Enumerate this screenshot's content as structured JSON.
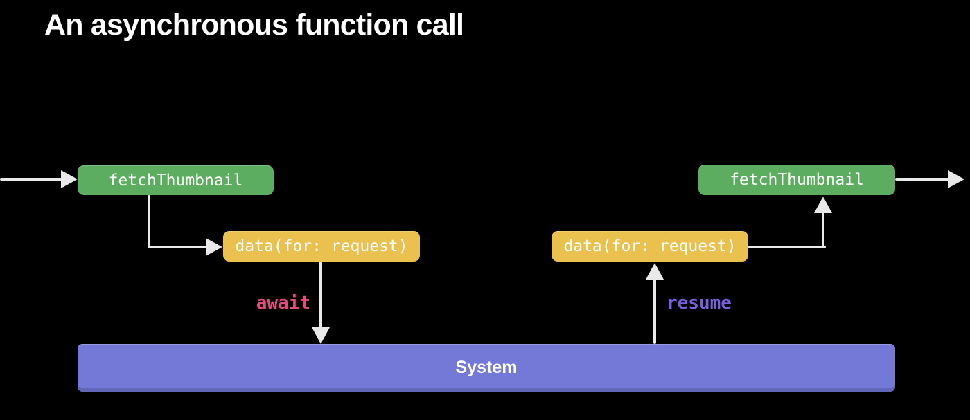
{
  "title": "An asynchronous function call",
  "colors": {
    "background": "#000000",
    "text": "#ffffff",
    "function_box": "#5dad60",
    "async_box": "#eac14e",
    "system_bar": "#7478d6",
    "arrow": "#e9e9e9",
    "await_label": "#e34b82",
    "resume_label": "#7b5fe0"
  },
  "diagram": {
    "left": {
      "function_label": "fetchThumbnail",
      "call_label": "data(for: request)",
      "edge_label": "await"
    },
    "right": {
      "function_label": "fetchThumbnail",
      "call_label": "data(for: request)",
      "edge_label": "resume"
    },
    "system_label": "System"
  }
}
